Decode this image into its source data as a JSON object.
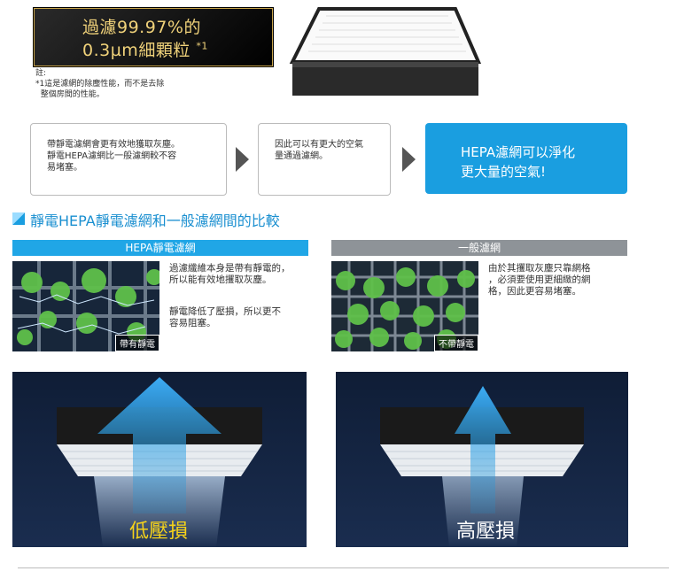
{
  "headline": {
    "line1": "過濾99.97%的",
    "line2": "0.3µm細顆粒",
    "footnote_mark": "*1"
  },
  "note": {
    "text": "註:\n*1這是濾網的除塵性能，而不是去除\n  整個房間的性能。"
  },
  "flow": {
    "box1": "帶靜電濾網會更有效地獲取灰塵。\n靜電HEPA濾網比一般濾網較不容\n易堵塞。",
    "box2": "因此可以有更大的空氣\n量通過濾網。",
    "box3": "HEPA濾網可以淨化\n更大量的空氣!"
  },
  "section": {
    "title": "靜電HEPA靜電濾網和一般濾網間的比較"
  },
  "compare": {
    "left": {
      "header": "HEPA靜電濾網",
      "image_label": "帶有靜電",
      "text1": "過濾纖維本身是帶有靜電的，\n所以能有效地攫取灰塵。",
      "text2": "靜電降低了壓損，所以更不\n容易阻塞。"
    },
    "right": {
      "header": "一般濾網",
      "image_label": "不帶靜電",
      "text1": "由於其攫取灰塵只靠網格\n，必須要使用更細緻的網\n格，因此更容易堵塞。"
    }
  },
  "bottom": {
    "left_label": "低壓損",
    "right_label": "高壓損"
  },
  "colors": {
    "accent_blue": "#1a9ee0",
    "gold_text": "#f0d27a",
    "yellow_label": "#f5d21a",
    "gray_header": "#8e9398"
  }
}
